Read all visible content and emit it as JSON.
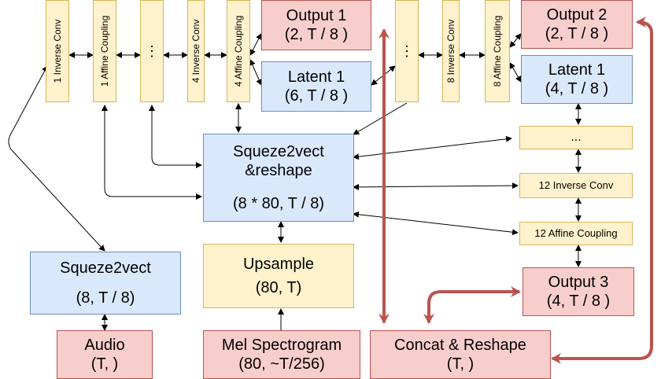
{
  "flow": {
    "inv1": "1 Inverse Conv",
    "aff1": "1 Affine Coupling",
    "dots1": "⋮",
    "inv4": "4 Inverse Conv",
    "aff4": "4 Affine Coupling",
    "dots2": "⋮",
    "inv8": "8 Inverse Conv",
    "aff8": "8 Affine Coupling"
  },
  "output1": {
    "title": "Output 1",
    "shape": "(2, T / 8 )"
  },
  "output2": {
    "title": "Output 2",
    "shape": "(2, T / 8 )"
  },
  "output3": {
    "title": "Output 3",
    "shape": "(4, T / 8 )"
  },
  "latent_mid": {
    "title": "Latent 1",
    "shape": "(6, T / 8 )"
  },
  "latent_right": {
    "title": "Latent 1",
    "shape": "(4, T / 8 )"
  },
  "squeeze_reshape": {
    "line1": "Squeze2vect",
    "line2": "&reshape",
    "shape": "(8 * 80, T / 8)"
  },
  "squeeze_audio": {
    "title": "Squeze2vect",
    "shape": "(8, T / 8)"
  },
  "upsample": {
    "title": "Upsample",
    "shape": "(80, T)"
  },
  "audio": {
    "title": "Audio",
    "shape": "(T, )"
  },
  "mel": {
    "title": "Mel Spectrogram",
    "shape": "(80, ~T/256)"
  },
  "concat": {
    "title": "Concat & Reshape",
    "shape": "(T, )"
  },
  "right_stack": {
    "dots": "...",
    "inv12": "12 Inverse Conv",
    "aff12": "12 Affine Coupling"
  },
  "colors": {
    "yellow_fill": "#fff2cc",
    "blue_fill": "#dae8fc",
    "red_fill": "#f8cecc",
    "thick_arrow": "#b85450"
  }
}
